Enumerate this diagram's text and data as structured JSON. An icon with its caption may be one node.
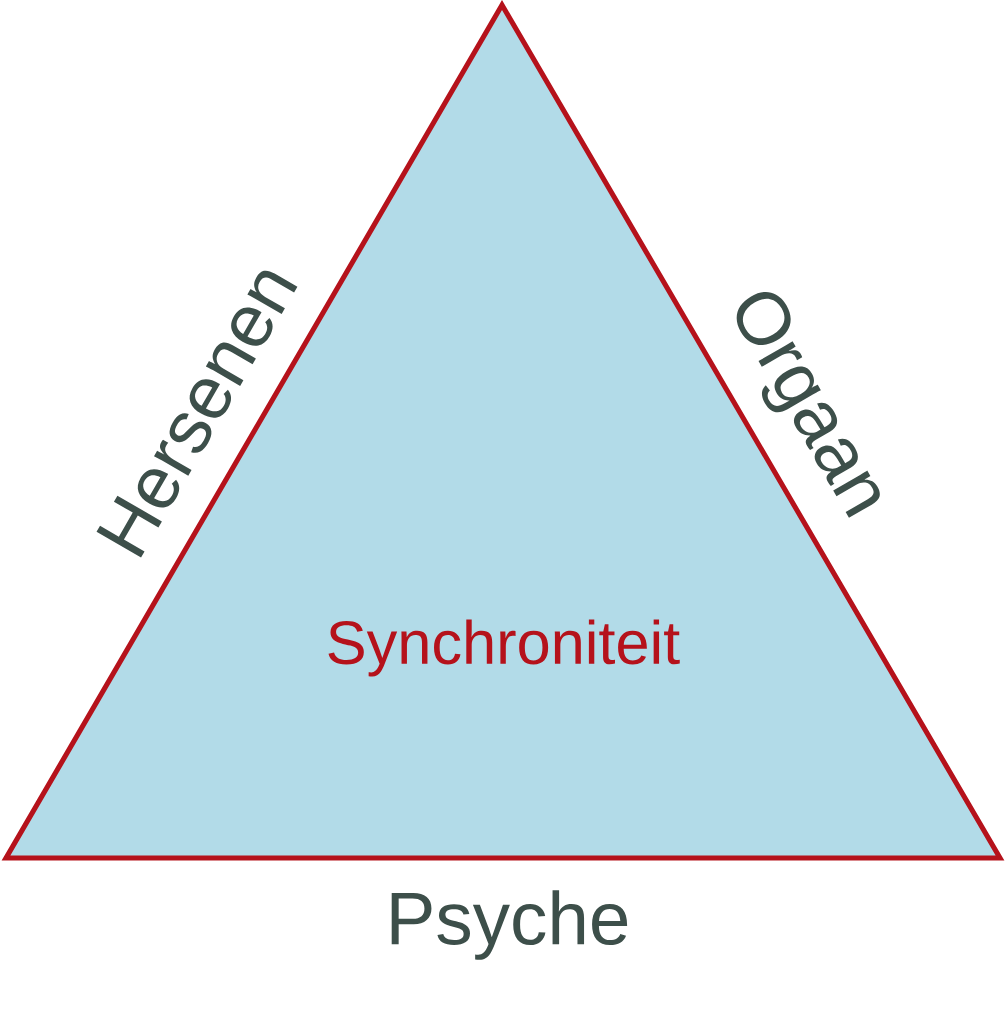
{
  "diagram": {
    "nodes": [
      {
        "text": [
          "Synchroniteit"
        ]
      }
    ],
    "labels": [
      "Hersenen",
      "Orgaan",
      "Psyche"
    ]
  }
}
